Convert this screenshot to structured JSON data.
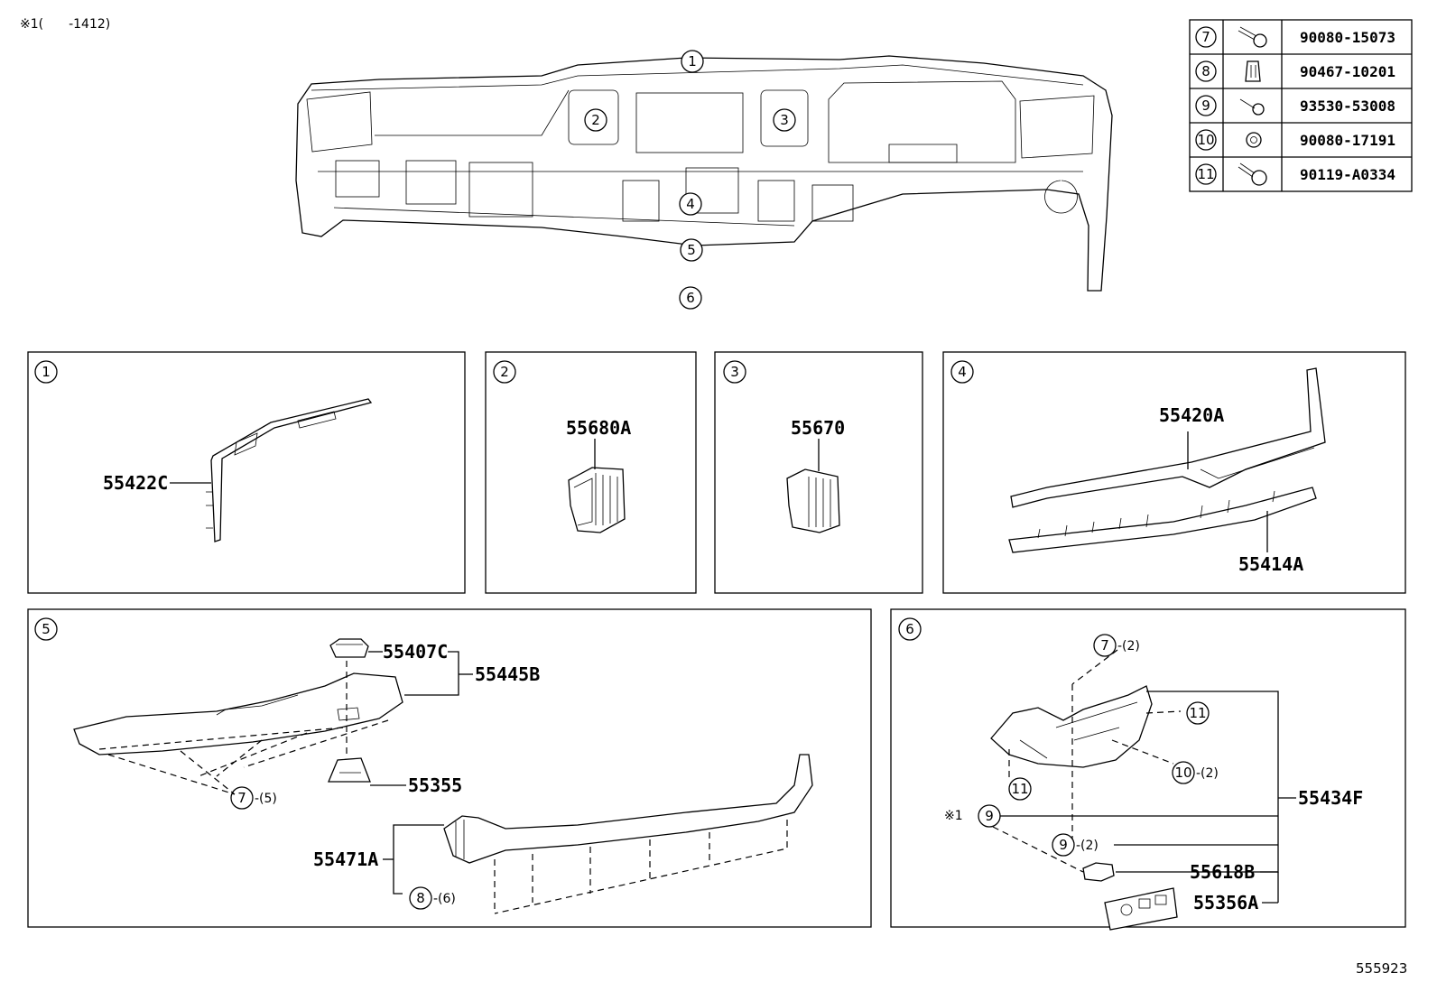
{
  "note": "※1(　　-1412)",
  "illustration_number": "555923",
  "fastener_table": [
    {
      "ref": "7",
      "part_no": "90080-15073"
    },
    {
      "ref": "8",
      "part_no": "90467-10201"
    },
    {
      "ref": "9",
      "part_no": "93530-53008"
    },
    {
      "ref": "10",
      "part_no": "90080-17191"
    },
    {
      "ref": "11",
      "part_no": "90119-A0334"
    }
  ],
  "overview_callouts": [
    "1",
    "2",
    "3",
    "4",
    "5",
    "6"
  ],
  "panels": [
    {
      "id": "1",
      "parts": [
        "55422C"
      ]
    },
    {
      "id": "2",
      "parts": [
        "55680A"
      ]
    },
    {
      "id": "3",
      "parts": [
        "55670"
      ]
    },
    {
      "id": "4",
      "parts": [
        "55420A",
        "55414A"
      ]
    },
    {
      "id": "5",
      "parts": [
        "55407C",
        "55445B",
        "55355",
        "55471A"
      ],
      "callouts": [
        {
          "ref": "7",
          "qty": "-(5)"
        },
        {
          "ref": "8",
          "qty": "-(6)"
        }
      ]
    },
    {
      "id": "6",
      "parts": [
        "55434F",
        "55618B",
        "55356A"
      ],
      "callouts": [
        {
          "ref": "7",
          "qty": "-(2)"
        },
        {
          "ref": "11",
          "qty": ""
        },
        {
          "ref": "10",
          "qty": "-(2)"
        },
        {
          "ref": "11",
          "qty": ""
        },
        {
          "ref": "9",
          "qty": "",
          "mark": "※1"
        },
        {
          "ref": "9",
          "qty": "-(2)"
        }
      ]
    }
  ]
}
